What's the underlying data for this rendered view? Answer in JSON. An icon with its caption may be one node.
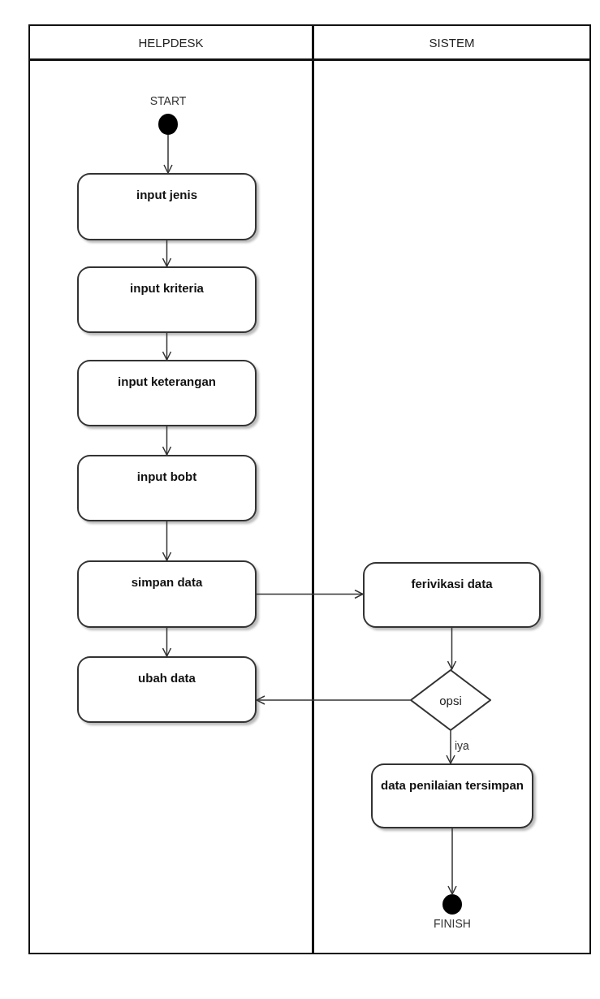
{
  "diagram": {
    "nodes": [
      {
        "text": [
          "HELPDESK"
        ]
      },
      {
        "text": [
          "SISTEM"
        ]
      },
      {
        "text": [],
        "shape": "circle",
        "beside": [
          "START"
        ],
        "in": 0
      },
      {
        "text": [
          "input jenis"
        ],
        "in": 0
      },
      {
        "text": [
          "input kriteria"
        ],
        "in": 0
      },
      {
        "text": [
          "input keterangan"
        ],
        "in": 0
      },
      {
        "text": [
          "input bobt"
        ],
        "in": 0
      },
      {
        "text": [
          "simpan data"
        ],
        "in": 0
      },
      {
        "text": [
          "ubah data"
        ],
        "in": 0
      },
      {
        "text": [
          "ferivikasi data"
        ],
        "in": 1
      },
      {
        "text": [
          "opsi"
        ],
        "in": 1
      },
      {
        "text": [
          "data penilaian tersimpan"
        ],
        "in": 1
      },
      {
        "text": [],
        "shape": "circle",
        "beside": [
          "FINISH"
        ],
        "in": 1
      }
    ],
    "edges": [
      {
        "from": 2,
        "to": 3,
        "arrow": "to"
      },
      {
        "from": 3,
        "to": 4,
        "arrow": "to"
      },
      {
        "from": 4,
        "to": 5,
        "arrow": "to"
      },
      {
        "from": 5,
        "to": 6,
        "arrow": "to"
      },
      {
        "from": 6,
        "to": 7,
        "arrow": "to"
      },
      {
        "from": 7,
        "to": 8,
        "arrow": "to"
      },
      {
        "from": 7,
        "to": 9,
        "arrow": "to"
      },
      {
        "from": 9,
        "to": 10,
        "arrow": "to"
      },
      {
        "from": 10,
        "to": 8,
        "arrow": "to"
      },
      {
        "from": 10,
        "to": 11,
        "label": "iya",
        "arrow": "to"
      },
      {
        "from": 11,
        "to": 12,
        "arrow": "to"
      }
    ]
  }
}
